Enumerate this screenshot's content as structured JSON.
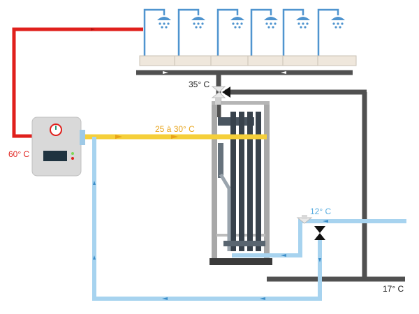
{
  "labels": {
    "hot_temp": "60° C",
    "preheat_temp": "25 à 30° C",
    "mixed_temp": "35° C",
    "cold_temp": "12° C",
    "drain_temp": "17° C"
  },
  "colors": {
    "hot_pipe": "#e0201c",
    "preheat_pipe": "#f5cf3a",
    "cold_pipe": "#a7d3ef",
    "drain_pipe": "#505050",
    "shower_blue": "#4f94cf"
  },
  "icons": {
    "shower": "shower-head-icon",
    "valve": "mixing-valve-icon",
    "heater": "water-heater-icon",
    "exchanger": "drain-water-heat-exchanger-icon"
  },
  "showers": {
    "count": 6
  }
}
